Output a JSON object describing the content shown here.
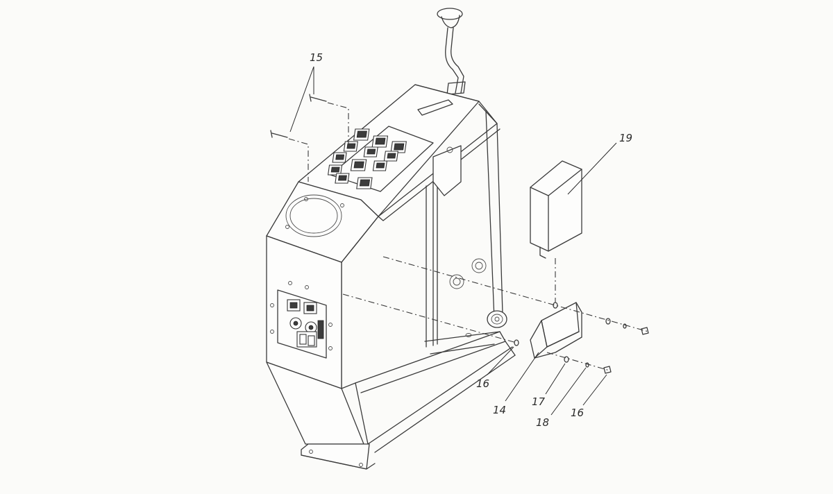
{
  "callouts": {
    "c15": "15",
    "c19": "19",
    "c16a": "16",
    "c14": "14",
    "c17": "17",
    "c18": "18",
    "c16b": "16"
  },
  "colors": {
    "line": "#3a3a3a",
    "paper": "#fbfbf9"
  }
}
